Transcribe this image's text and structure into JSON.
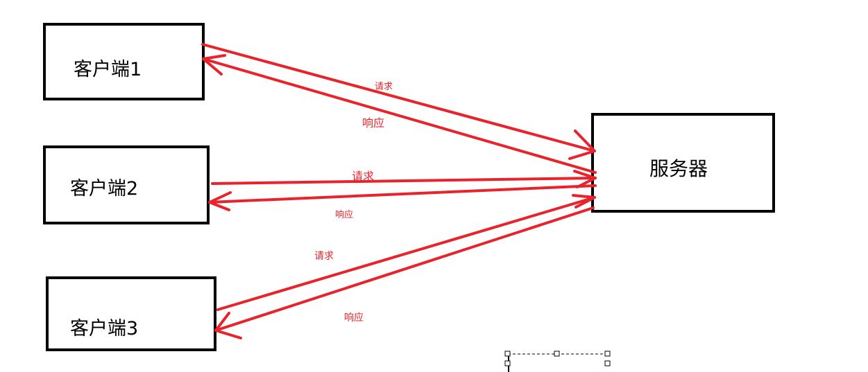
{
  "nodes": {
    "client1": "客户端1",
    "client2": "客户端2",
    "client3": "客户端3",
    "server": "服务器"
  },
  "edges": {
    "client1": {
      "request": "请求",
      "response": "响应"
    },
    "client2": {
      "request": "请求",
      "response": "响应"
    },
    "client3": {
      "request": "请求",
      "response": "响应"
    }
  },
  "colors": {
    "arrow": "#e8232b",
    "box_border": "#000000",
    "background": "#ffffff"
  }
}
